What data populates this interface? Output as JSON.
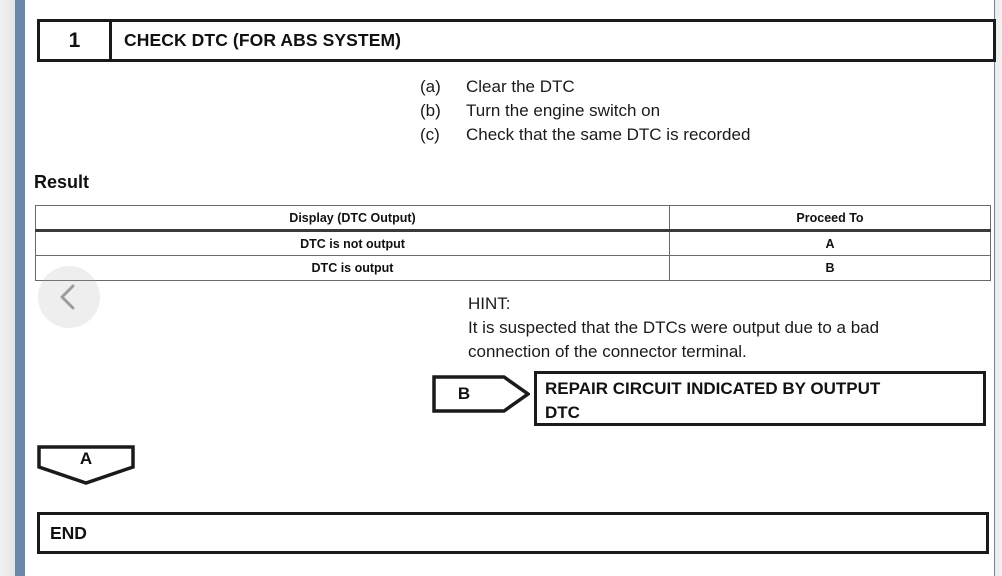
{
  "document": {
    "step_number": "1",
    "step_title": "CHECK DTC (FOR ABS SYSTEM)",
    "procedure": [
      {
        "marker": "(a)",
        "text": "Clear the DTC"
      },
      {
        "marker": "(b)",
        "text": "Turn the engine switch on"
      },
      {
        "marker": "(c)",
        "text": "Check that the same DTC is recorded"
      }
    ],
    "result_label": "Result",
    "result_table": {
      "headers": [
        "Display (DTC Output)",
        "Proceed To"
      ],
      "rows": [
        [
          "DTC is not output",
          "A"
        ],
        [
          "DTC is output",
          "B"
        ]
      ]
    },
    "hint": {
      "title": "HINT:",
      "line1": "It is suspected that the DTCs were output due to a bad",
      "line2": "connection of the connector terminal."
    },
    "connector_b": {
      "label": "B"
    },
    "repair_box": {
      "line1": "REPAIR CIRCUIT INDICATED BY OUTPUT",
      "line2": "DTC"
    },
    "connector_a": {
      "label": "A"
    },
    "end_box": {
      "label": "END"
    }
  },
  "viewer": {
    "back_button_name": "previous-page"
  },
  "colors": {
    "edge_bar": "#6d87a8",
    "line": "#1a1a1a",
    "table_border": "#6a6a6a",
    "page": "#ffffff"
  }
}
